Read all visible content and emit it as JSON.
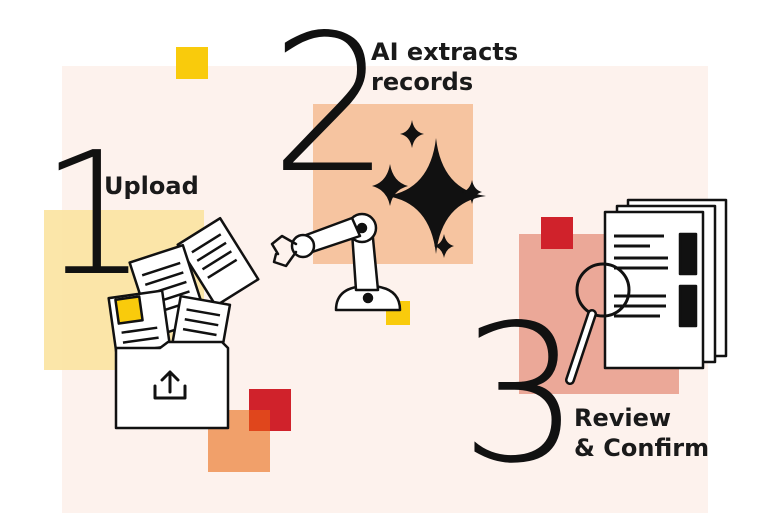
{
  "steps": [
    {
      "number": "1",
      "label": "Upload"
    },
    {
      "number": "2",
      "label_line1": "AI extracts",
      "label_line2": "records"
    },
    {
      "number": "3",
      "label_line1": "Review",
      "label_line2": "& Confirm"
    }
  ],
  "colors": {
    "panel": "#fdf2ed",
    "yellow": "#f9cb0c",
    "pale_yellow": "#fbe3a0",
    "peach": "#f6c4a0",
    "salmon": "#eba898",
    "orange": "#f1a06a",
    "red": "#d0222b",
    "ink": "#111111"
  },
  "icons": {
    "upload": "upload-folder-icon",
    "robot": "robot-arm-icon",
    "sparkles": "sparkle-icon",
    "review": "magnifier-document-icon"
  }
}
